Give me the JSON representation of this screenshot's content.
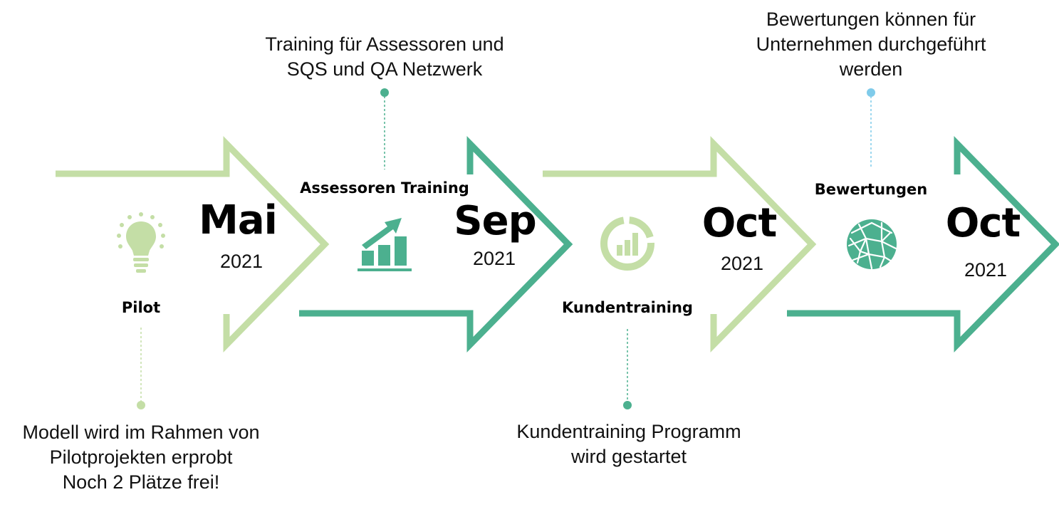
{
  "colors": {
    "light_green": "#c4dea6",
    "teal": "#4cb08f",
    "sky_blue": "#7fcbea"
  },
  "phases": [
    {
      "title": "Pilot",
      "month": "Mai",
      "year": "2021",
      "icon": "lightbulb-icon",
      "description": [
        "Modell wird im Rahmen von",
        "Pilotprojekten erprobt",
        "Noch 2 Plätze frei!"
      ]
    },
    {
      "title": "Assessoren Training",
      "month": "Sep",
      "year": "2021",
      "icon": "growth-chart-icon",
      "description": [
        "Training für Assessoren und",
        "SQS und QA Netzwerk"
      ]
    },
    {
      "title": "Kundentraining",
      "month": "Oct",
      "year": "2021",
      "icon": "donut-bar-chart-icon",
      "description": [
        "Kundentraining Programm",
        "wird gestartet"
      ]
    },
    {
      "title": "Bewertungen",
      "month": "Oct",
      "year": "2021",
      "icon": "globe-icon",
      "description": [
        "Bewertungen können für",
        "Unternehmen durchgeführt",
        "werden"
      ]
    }
  ]
}
